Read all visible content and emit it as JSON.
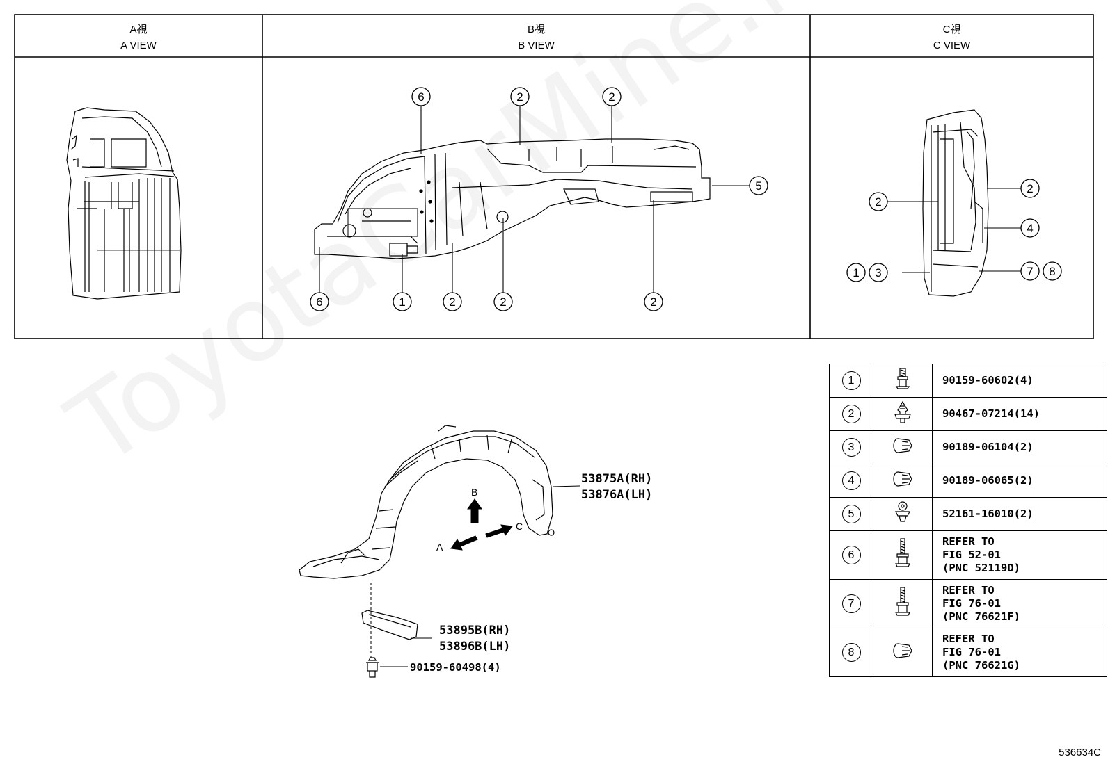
{
  "views": [
    {
      "jp": "A視",
      "en": "A VIEW"
    },
    {
      "jp": "B視",
      "en": "B VIEW"
    },
    {
      "jp": "C視",
      "en": "C VIEW"
    }
  ],
  "b_view_callouts": {
    "top": [
      "6",
      "2",
      "2"
    ],
    "right": "5",
    "bottom": [
      "6",
      "1",
      "2",
      "2",
      "2"
    ]
  },
  "c_view_callouts": {
    "left": [
      "2",
      "1",
      "3"
    ],
    "right": [
      "2",
      "4",
      "7",
      "8"
    ]
  },
  "main_labels": {
    "liner_rh": "53875A(RH)",
    "liner_lh": "53876A(LH)",
    "shield_rh": "53895B(RH)",
    "shield_lh": "53896B(LH)",
    "bolt": "90159-60498(4)",
    "arrow_a": "A",
    "arrow_b": "B",
    "arrow_c": "C"
  },
  "parts_table": [
    {
      "no": "1",
      "icon": "flange-bolt-icon",
      "lines": [
        "90159-60602(4)"
      ]
    },
    {
      "no": "2",
      "icon": "push-clip-icon",
      "lines": [
        "90467-07214(14)"
      ]
    },
    {
      "no": "3",
      "icon": "grommet-nut-icon",
      "lines": [
        "90189-06104(2)"
      ]
    },
    {
      "no": "4",
      "icon": "grommet-nut-icon",
      "lines": [
        "90189-06065(2)"
      ]
    },
    {
      "no": "5",
      "icon": "clip-icon",
      "lines": [
        "52161-16010(2)"
      ]
    },
    {
      "no": "6",
      "icon": "screw-icon",
      "lines": [
        "REFER TO",
        "FIG 52-01",
        "(PNC 52119D)"
      ]
    },
    {
      "no": "7",
      "icon": "screw-icon",
      "lines": [
        "REFER TO",
        "FIG 76-01",
        "(PNC 76621F)"
      ]
    },
    {
      "no": "8",
      "icon": "grommet-nut-icon",
      "lines": [
        "REFER TO",
        "FIG 76-01",
        "(PNC 76621G)"
      ]
    }
  ],
  "watermark": "ToyotaCarMine.ru",
  "drawing_code": "536634C"
}
